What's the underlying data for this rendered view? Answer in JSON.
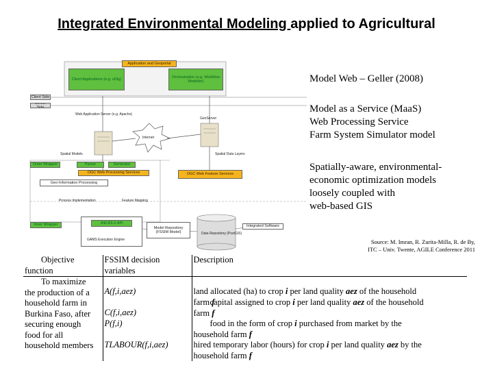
{
  "title": {
    "underlined": "Integrated Environmental Modeling ",
    "rest": "applied to Agricultural"
  },
  "diagram": {
    "top_banner": "Application and Geoportal",
    "client_apps": "Client Applications (e.g. uDig)",
    "orchestration": "Orchestration (e.g. Workflow Modeller)",
    "client_side": "Client Side",
    "server_side": "Server Side",
    "web_app_server": "Web Application Server (e.g. Apache)",
    "internet": "Internet",
    "geoserver": "GeoServer",
    "spatial_models": "Spatial Models",
    "spatial_data_layers": "Spatial Data Layers",
    "outer_wrapper": "Outer Wrapper",
    "parser": "Parser",
    "generator": "Generator",
    "wps": "OGC Web Processing Services",
    "wfs": "OGC Web Feature Services",
    "geo_processing": "Geo-Information Processing",
    "process_impl": "Process Implementation",
    "fast_mapping": "Feature Mapping",
    "inner_wrapper": "Inner Wrapper",
    "jni_api": "JNI/JDLX API",
    "model_repository": "Model Repository (FSSIM Model)",
    "data_repository": "Data Repository (PostGIS)",
    "integrated_software": "Integrated Software",
    "gams": "GAMS Execution Engine"
  },
  "right_text": {
    "line1": "Model Web – Geller (2008)",
    "line2": "Model as a Service (MaaS)",
    "line3": "Web Processing Service",
    "line4": "Farm System Simulator model",
    "line5": "Spatially-aware, environmental-",
    "line6": "economic optimization models",
    "line7": "loosely coupled with",
    "line8": "web-based GIS"
  },
  "source": {
    "line1": "Source: M. Imran, R. Zurita-Milla, R. de By,",
    "line2": "ITC – Univ. Twente, AGILE Conference 2011"
  },
  "table": {
    "headers": {
      "objective_1": "Objective",
      "objective_2": "function",
      "variables_1": "FSSIM decision",
      "variables_2": "variables",
      "description": "Description"
    },
    "objective_lines": [
      "To maximize",
      "the production of a",
      "household farm in",
      "Burkina Faso, after",
      "securing enough",
      "food for all",
      "household members"
    ],
    "rows": [
      {
        "var": "A(f,i,aez)",
        "d1": "land allocated (ha) to crop ",
        "i": "i",
        "d2": " per land quality ",
        "aez": "aez",
        "d3": " of the household",
        "d4": "farm ",
        "f": "f"
      },
      {
        "var": "C(f,i,aez)",
        "d1": "capital assigned to crop ",
        "i": "i",
        "d2": " per land quality ",
        "aez": "aez",
        "d3": " of the household",
        "d4": "farm ",
        "f": "f"
      },
      {
        "var": "P(f,i)",
        "d1": "food in the form of crop ",
        "i": "i",
        "d2": " purchased from market by the",
        "aez": "",
        "d3": "",
        "d4": "household farm ",
        "f": "f"
      },
      {
        "var": "TLABOUR(f,i,aez)",
        "d1": "hired temporary labor (hours) for crop ",
        "i": "i",
        "d2": " per land quality ",
        "aez": "aez",
        "d3": " by the",
        "d4": "household farm ",
        "f": "f"
      }
    ]
  }
}
